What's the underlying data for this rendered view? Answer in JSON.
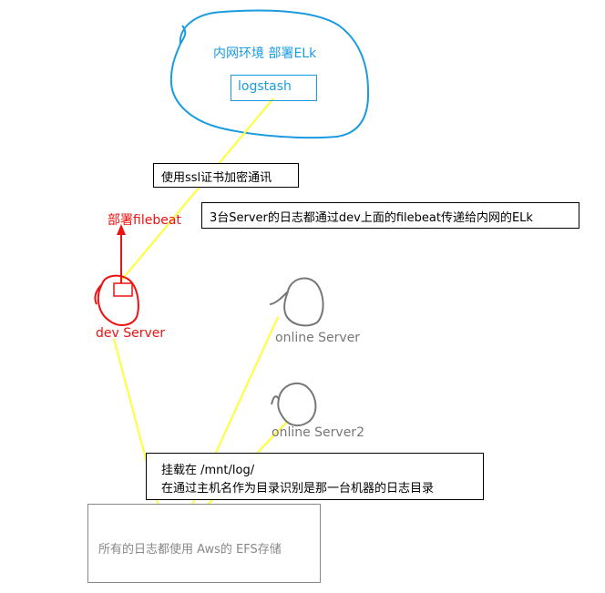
{
  "cloud_title": "内网环境 部署ELk",
  "logstash_label": "logstash",
  "ssl_note": "使用ssl证书加密通讯",
  "filebeat_label": "部署filebeat",
  "servers_note": "3台Server的日志都通过dev上面的filebeat传递给内网的ELk",
  "dev_server_label": "dev Server",
  "online_server_label": "online Server",
  "online_server2_label": "online  Server2",
  "mount_note_line1": "挂载在 /mnt/log/",
  "mount_note_line2": "在通过主机名作为目录识别是那一台机器的日志目录",
  "efs_label": "所有的日志都使用 Aws的 EFS存储",
  "colors": {
    "cloud": "#1a9be0",
    "link": "#ffff33",
    "dev": "#ee1111",
    "online": "#777777",
    "box": "#000000"
  }
}
